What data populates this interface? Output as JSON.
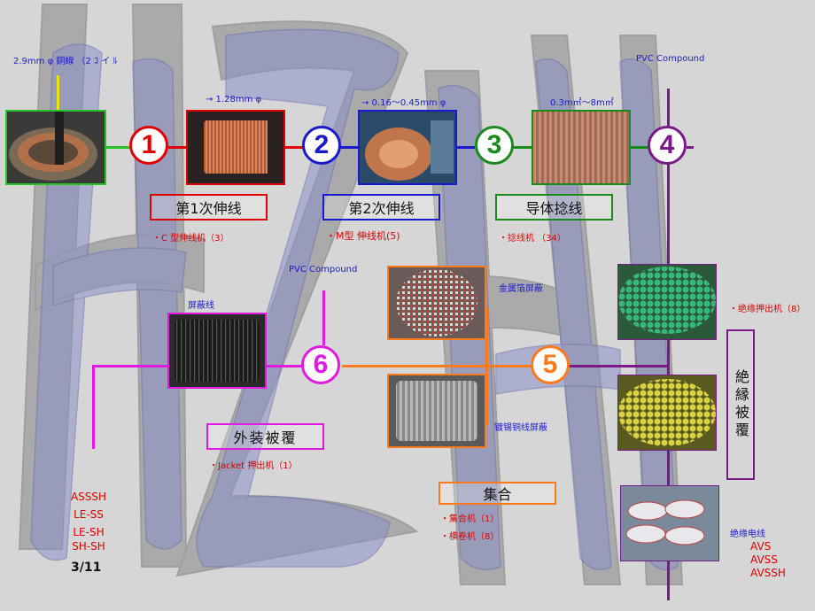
{
  "colors": {
    "green": "#29c229",
    "red": "#e00000",
    "blue": "#1a1acc",
    "darkgreen": "#1a8a1a",
    "purple": "#7a1a8a",
    "orange": "#ff7a1a",
    "magenta": "#e01ae0"
  },
  "top_note": "2.9mm φ 銅線 （2 ｺ イ ﾙ",
  "steps": {
    "s1": {
      "num": "1",
      "label": "第1次伸线",
      "size": "→ 1.28mm φ",
      "machine": "・C 型伸线机（3）"
    },
    "s2": {
      "num": "2",
      "label": "第2次伸线",
      "size": "→ 0.16～0.45mm φ",
      "machine": "・M型 伸线机(5)"
    },
    "s3": {
      "num": "3",
      "label": "导体捻线",
      "size": "0.3m㎡～8m㎡",
      "machine": "・捻线机 （34）"
    },
    "s4": {
      "num": "4",
      "input": "PVC Compound",
      "label": "絶縁被覆",
      "machine": "・绝缘押出机（8）"
    },
    "s5": {
      "num": "5",
      "label": "集合",
      "machines": [
        "・集合机（1）",
        "・横卷机（8）"
      ]
    },
    "s6": {
      "num": "6",
      "input": "PVC Compound",
      "label": "外装被覆",
      "machine": "・Jacket 押出机（1）"
    }
  },
  "shield": {
    "foil": "金属箔屏蔽",
    "braid": "镀锡铜线屏蔽",
    "shielded_wire": "屏蔽线"
  },
  "insulated_wire": {
    "title": "绝缘电线",
    "types": [
      "AVS",
      "AVSS",
      "AVSSH"
    ]
  },
  "products": [
    "ASSSH",
    "LE-SS",
    "LE-SH",
    "SH-SH"
  ],
  "page": "3/11"
}
